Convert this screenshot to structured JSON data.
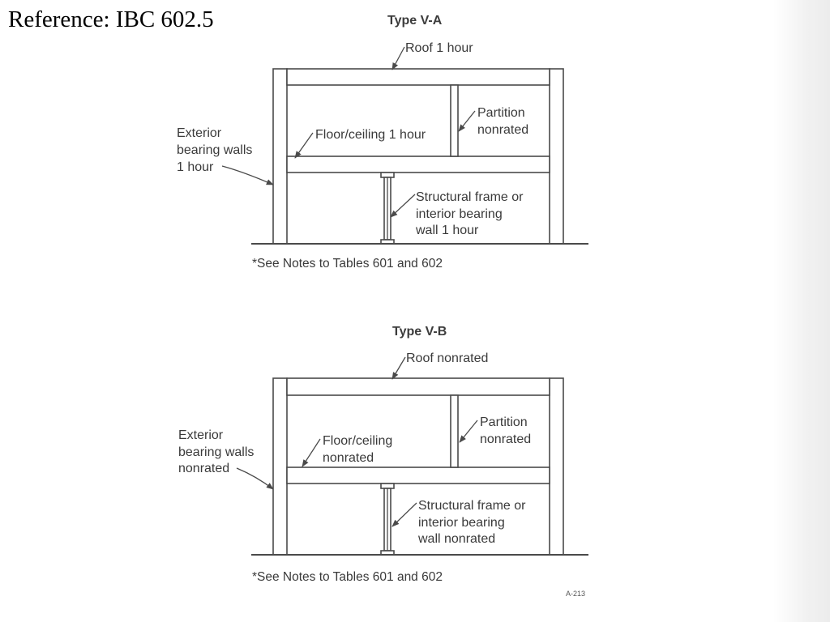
{
  "slide": {
    "reference": "Reference: IBC 602.5"
  },
  "diagrams": [
    {
      "title": "Type V-A",
      "roof": "Roof 1 hour",
      "partition": [
        "Partition",
        "nonrated"
      ],
      "floor_ceiling": [
        "Floor/ceiling 1 hour"
      ],
      "exterior_walls": [
        "Exterior",
        "bearing walls",
        "1 hour"
      ],
      "structural_frame": [
        "Structural frame or",
        "interior bearing",
        "wall 1 hour"
      ],
      "note": "*See Notes to Tables 601 and 602"
    },
    {
      "title": "Type V-B",
      "roof": "Roof nonrated",
      "partition": [
        "Partition",
        "nonrated"
      ],
      "floor_ceiling": [
        "Floor/ceiling",
        "nonrated"
      ],
      "exterior_walls": [
        "Exterior",
        "bearing walls",
        "nonrated"
      ],
      "structural_frame": [
        "Structural frame or",
        "interior bearing",
        "wall nonrated"
      ],
      "note": "*See Notes to Tables 601 and 602",
      "page_number": "A-213"
    }
  ]
}
